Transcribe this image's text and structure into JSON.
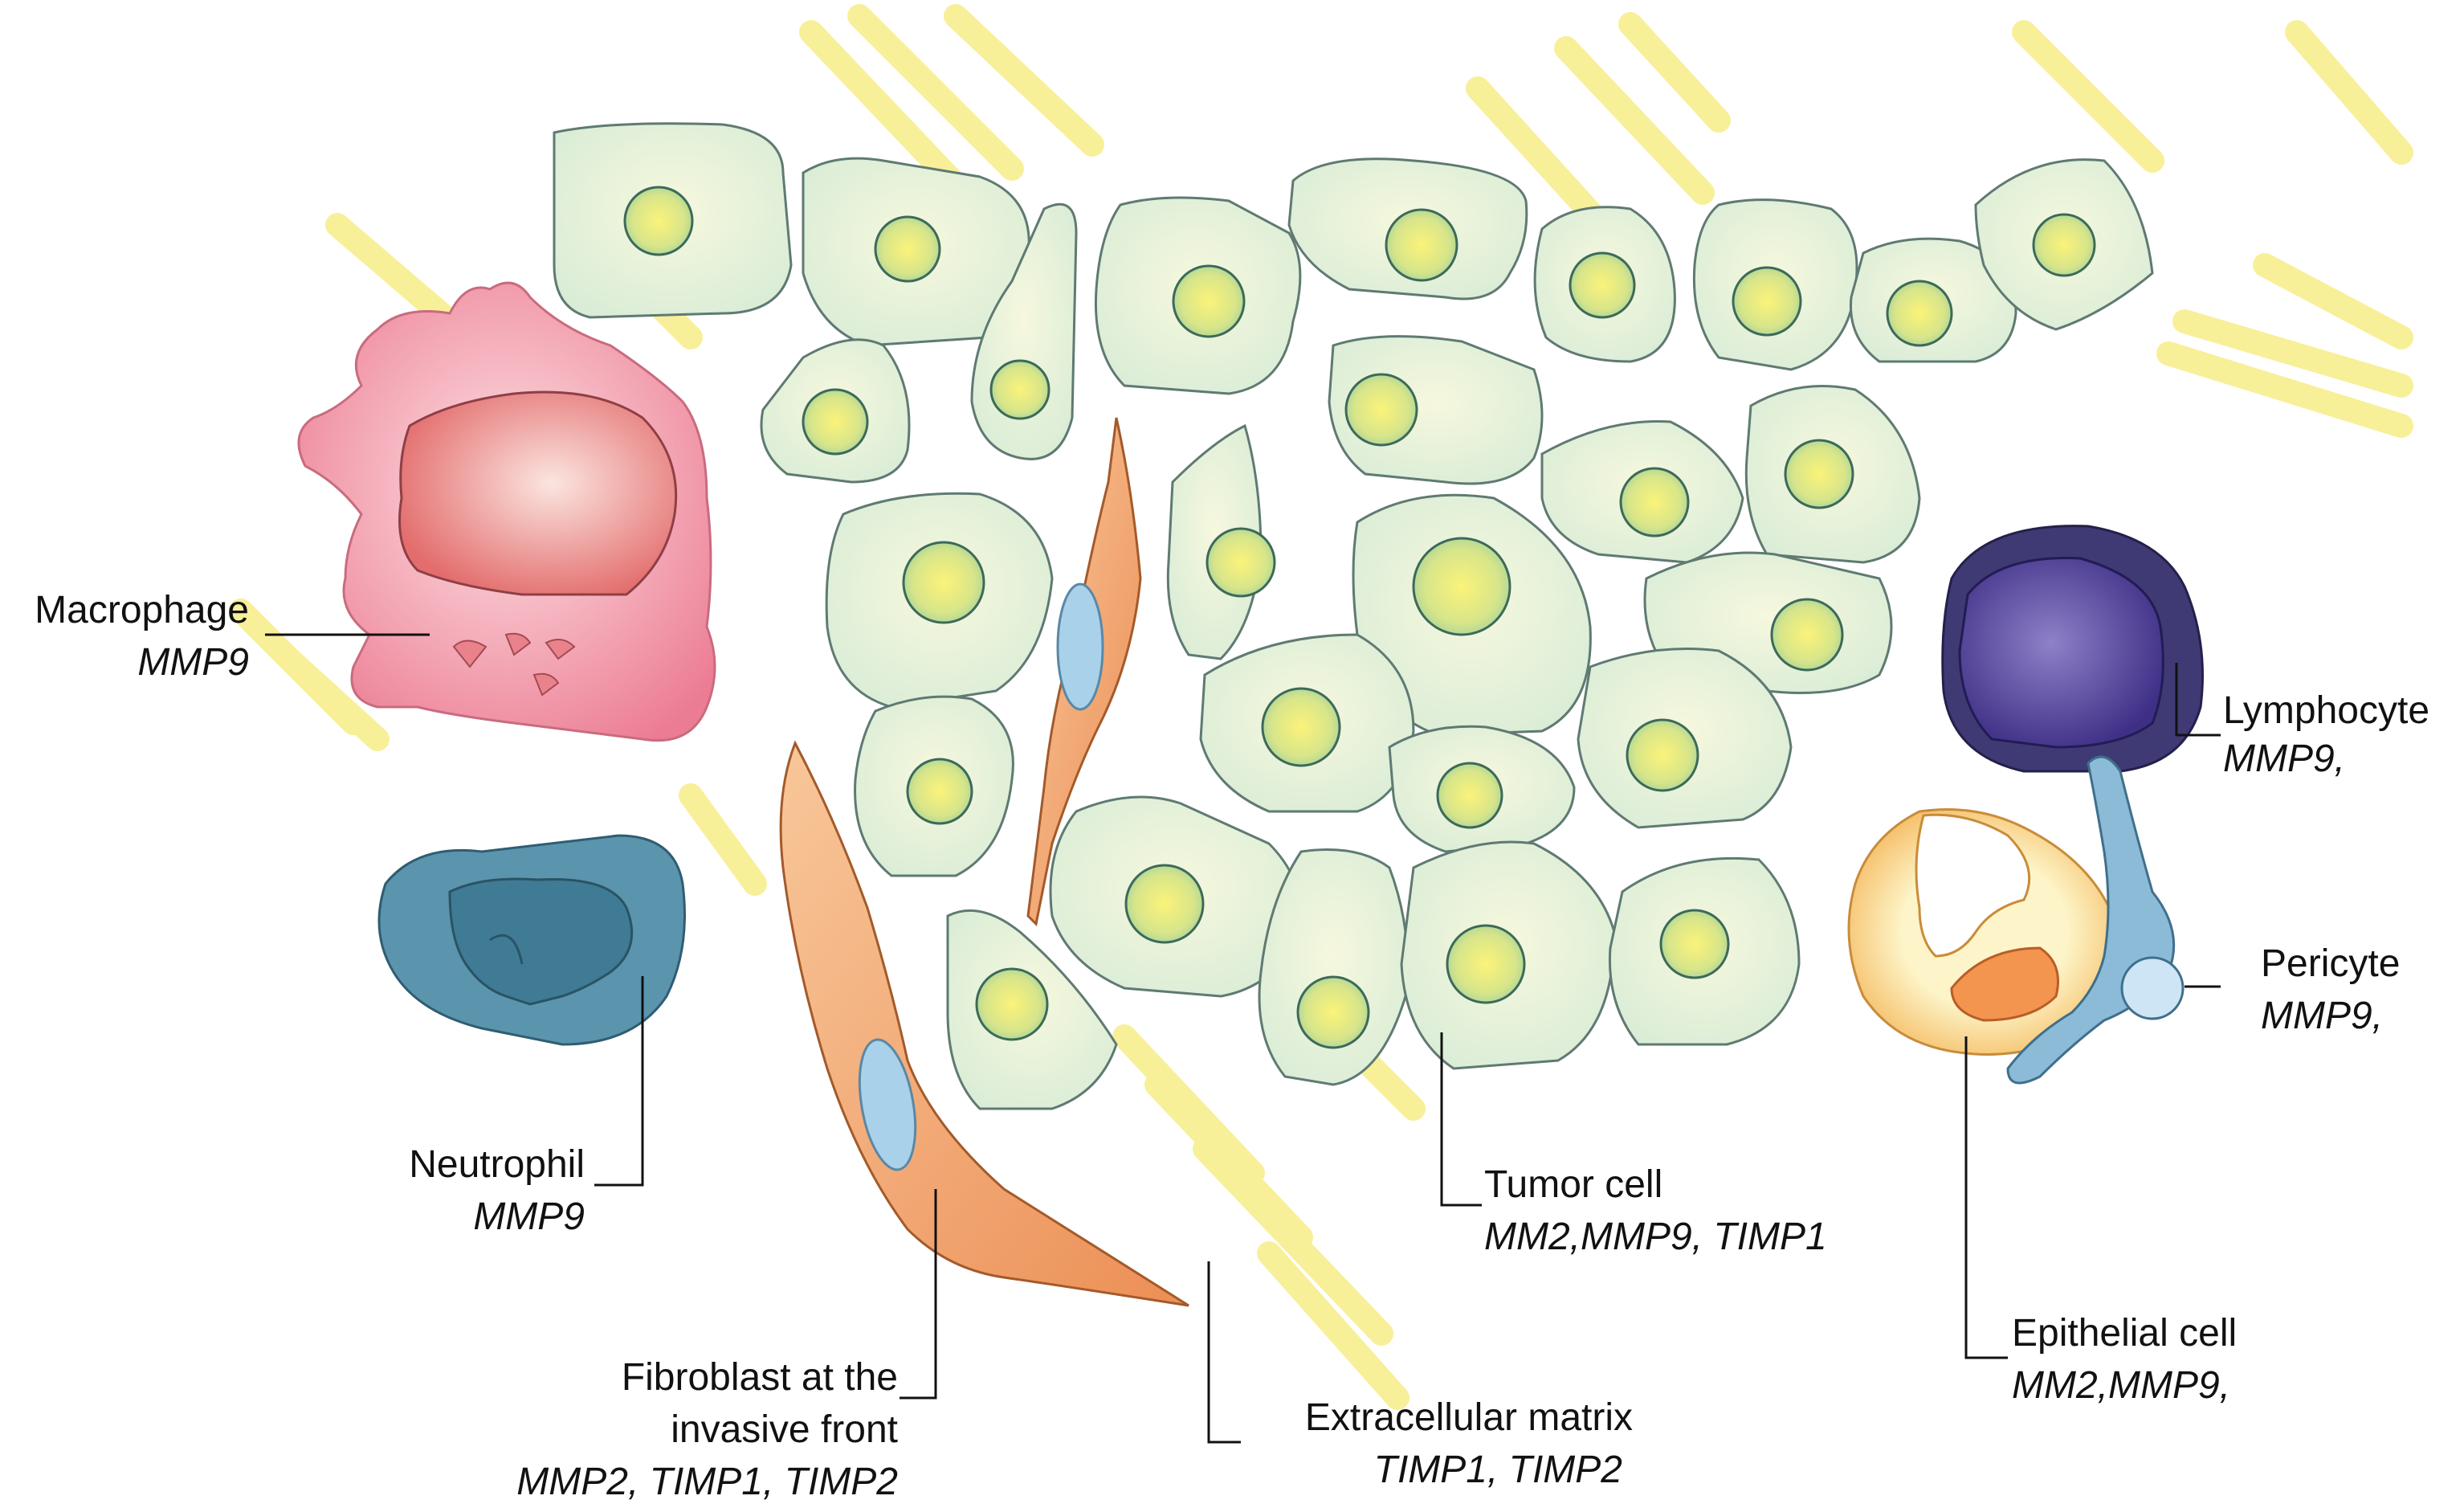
{
  "labels": {
    "macrophage": {
      "name": "Macrophage",
      "genes": "MMP9"
    },
    "neutrophil": {
      "name": "Neutrophil",
      "genes": "MMP9"
    },
    "fibroblast": {
      "name_line1": "Fibroblast at the",
      "name_line2": "invasive front",
      "genes": "MMP2, TIMP1, TIMP2"
    },
    "extracellular_matrix": {
      "name": "Extracellular matrix",
      "genes": "TIMP1, TIMP2"
    },
    "tumor_cell": {
      "name": "Tumor cell",
      "genes": "MM2,MMP9, TIMP1"
    },
    "lymphocyte": {
      "name": "Lymphocyte",
      "genes": "MMP9,"
    },
    "pericyte": {
      "name": "Pericyte",
      "genes": "MMP9,"
    },
    "epithelial_cell": {
      "name": "Epithelial cell",
      "genes": "MM2,MMP9,"
    }
  },
  "colors": {
    "tumor_cell": "#e3efdc",
    "tumor_nucleus": "#f4ea7a",
    "macrophage": "#f3a9b6",
    "neutrophil": "#5b95ad",
    "fibroblast": "#f2a868",
    "fibroblast_nucleus": "#a9d1ea",
    "lymphocyte": "#3f3a74",
    "pericyte": "#8cbbd8",
    "epithelial_cell": "#f8de7a",
    "extracellular_matrix": "#f6ea8c"
  }
}
